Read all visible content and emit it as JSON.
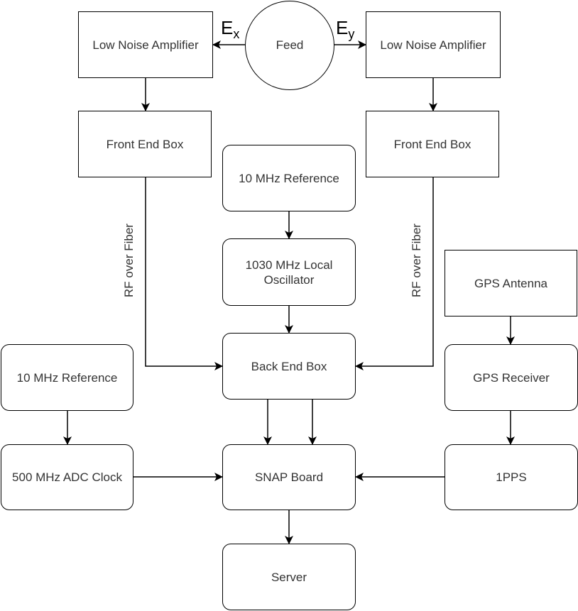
{
  "diagram": {
    "feed": "Feed",
    "pol_x": {
      "letter": "E",
      "sub": "x"
    },
    "pol_y": {
      "letter": "E",
      "sub": "y"
    },
    "lna_left": "Low Noise Amplifier",
    "lna_right": "Low Noise Amplifier",
    "feb_left": "Front End Box",
    "feb_right": "Front End Box",
    "ref_center": "10 MHz Reference",
    "lo": "1030 MHz Local\nOscillator",
    "gps_antenna": "GPS Antenna",
    "rf_left": "RF over Fiber",
    "rf_right": "RF over Fiber",
    "back_end": "Back End Box",
    "ref_left": "10 MHz Reference",
    "gps_receiver": "GPS Receiver",
    "adc_clock": "500 MHz ADC Clock",
    "snap": "SNAP Board",
    "pps": "1PPS",
    "server": "Server"
  }
}
